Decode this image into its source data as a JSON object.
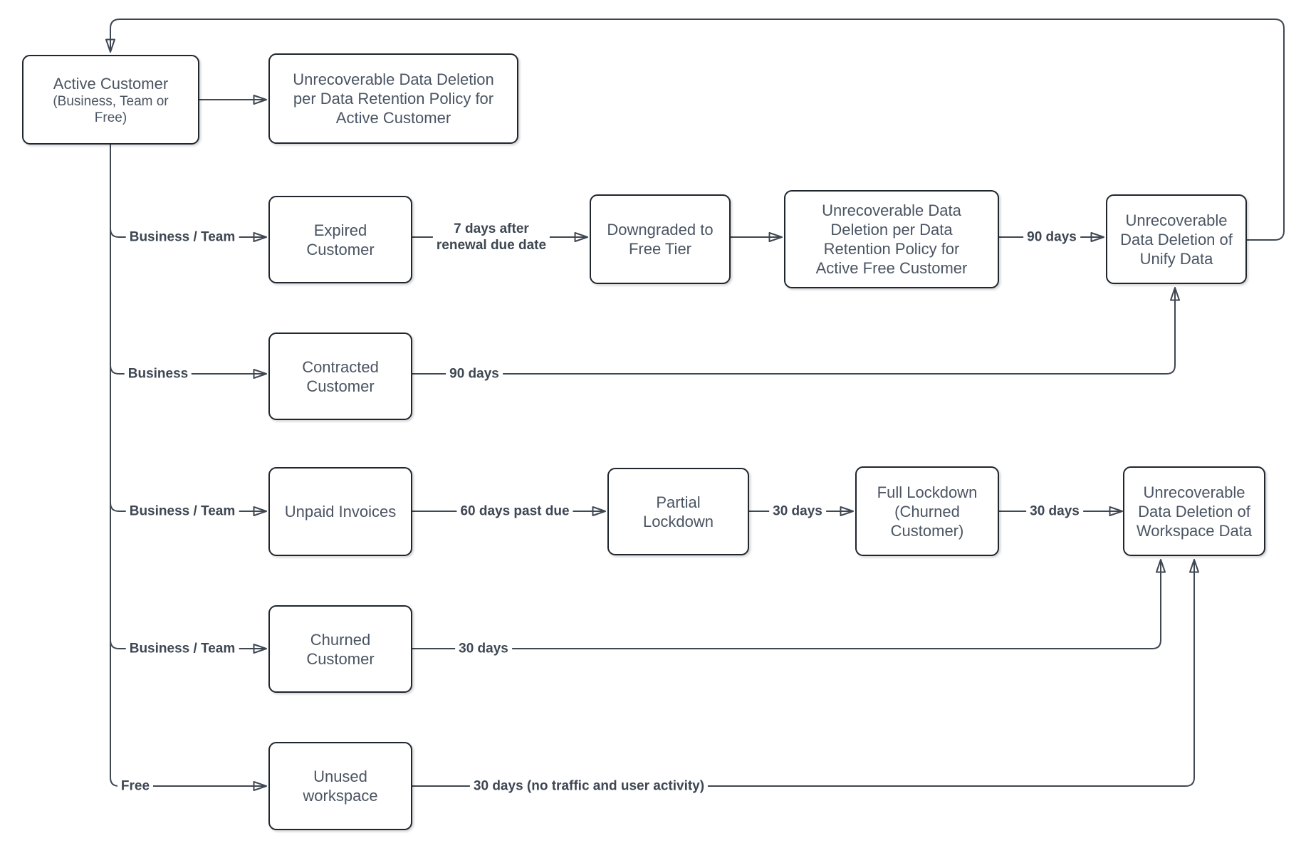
{
  "diagram": {
    "nodes": {
      "active_customer": {
        "title": "Active Customer",
        "subtitle": "(Business, Team or\nFree)"
      },
      "deletion_active": {
        "label": "Unrecoverable Data Deletion\nper Data Retention Policy for\nActive Customer"
      },
      "expired": {
        "label": "Expired\nCustomer"
      },
      "downgraded": {
        "label": "Downgraded to\nFree Tier"
      },
      "deletion_free": {
        "label": "Unrecoverable Data\nDeletion per Data\nRetention Policy for\nActive Free Customer"
      },
      "unify_deletion": {
        "label": "Unrecoverable\nData Deletion of\nUnify Data"
      },
      "contracted": {
        "label": "Contracted\nCustomer"
      },
      "unpaid": {
        "label": "Unpaid Invoices"
      },
      "partial_lockdown": {
        "label": "Partial\nLockdown"
      },
      "full_lockdown": {
        "label": "Full Lockdown\n(Churned\nCustomer)"
      },
      "workspace_deletion": {
        "label": "Unrecoverable\nData Deletion of\nWorkspace Data"
      },
      "churned": {
        "label": "Churned\nCustomer"
      },
      "unused": {
        "label": "Unused\nworkspace"
      }
    },
    "edge_labels": {
      "business_team_expired": "Business / Team",
      "seven_days": "7 days after\nrenewal due date",
      "ninety_days_unify": "90 days",
      "business_contracted": "Business",
      "ninety_days_contracted": "90 days",
      "business_team_unpaid": "Business / Team",
      "sixty_days": "60 days past due",
      "thirty_days_partial": "30 days",
      "thirty_days_full": "30 days",
      "business_team_churned": "Business / Team",
      "thirty_days_churned": "30 days",
      "free_unused": "Free",
      "thirty_days_unused": "30 days (no traffic and user activity)"
    },
    "colors": {
      "line": "#3e4752",
      "box_border": "#20262e",
      "node_text": "#4a5462",
      "edge_label_text": "#3d4652",
      "background": "#ffffff"
    }
  }
}
